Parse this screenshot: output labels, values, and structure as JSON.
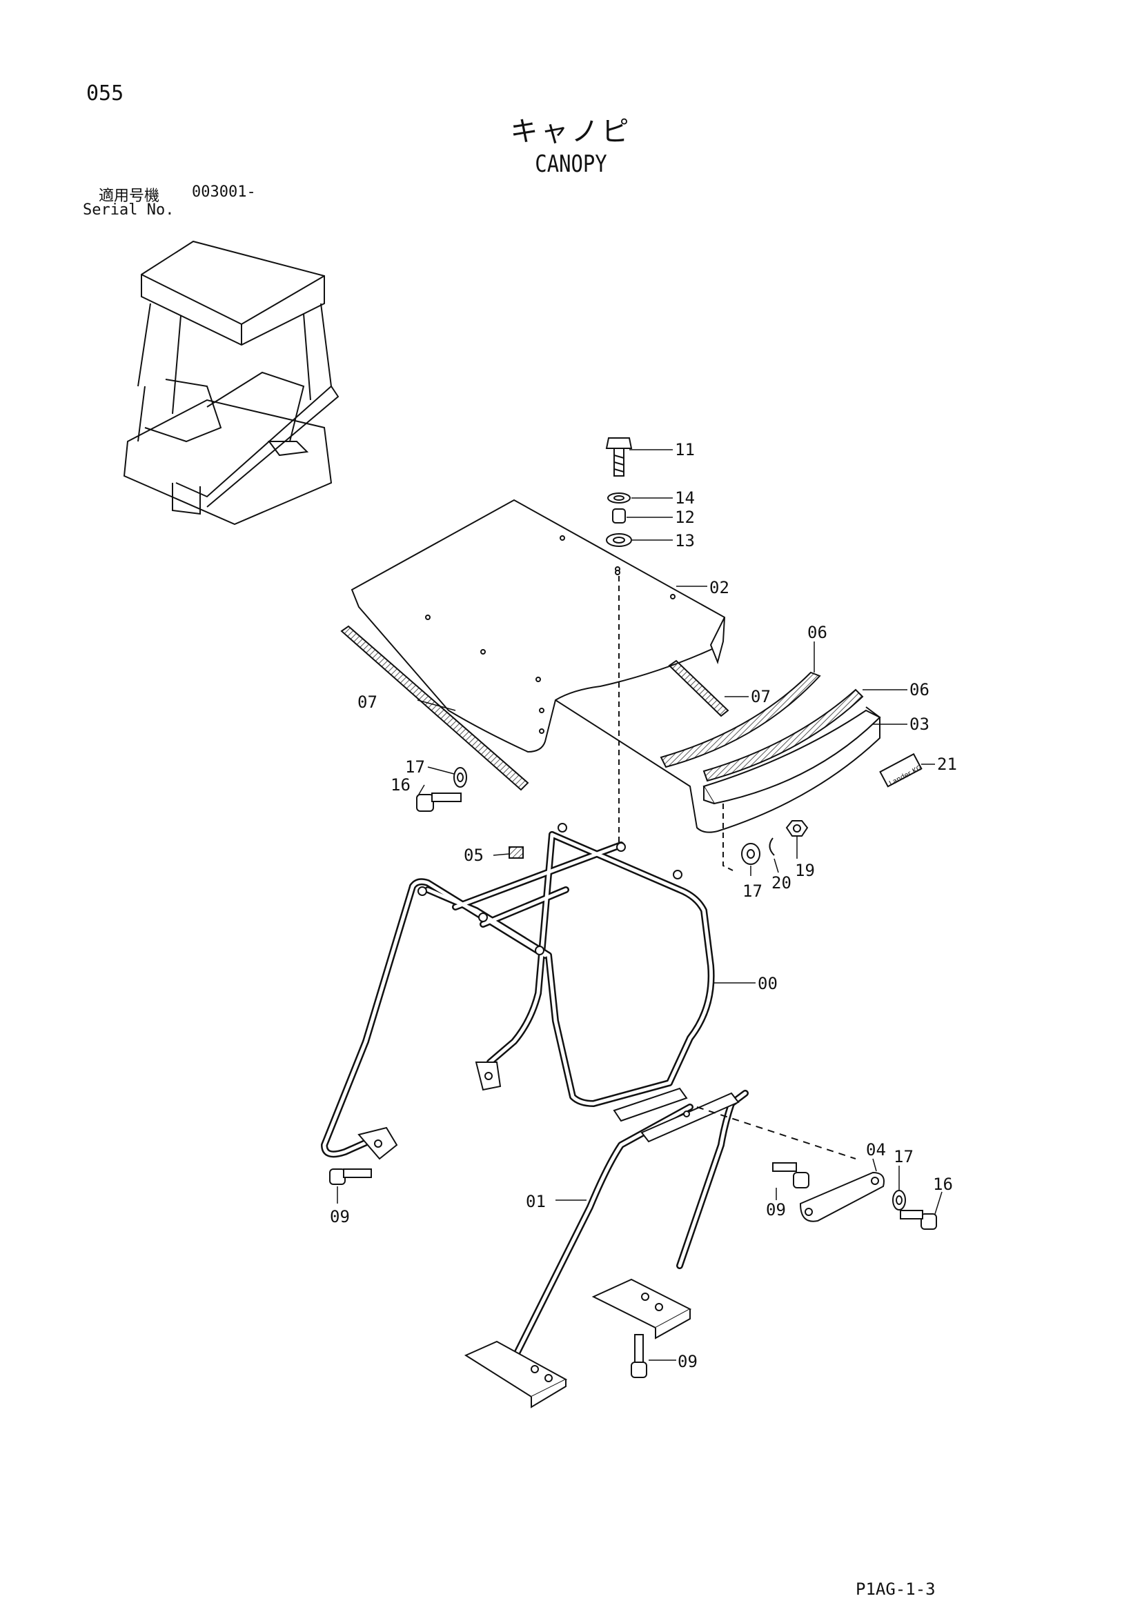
{
  "header": {
    "page_number": "055",
    "title_jp": "キャノピ",
    "title_en": "CANOPY",
    "serial_label_jp": "適用号機",
    "serial_number": "003001-",
    "serial_label_en": "Serial No."
  },
  "footer": {
    "ref_code": "P1AG-1-3"
  },
  "parts": [
    {
      "id": "p11",
      "label": "11"
    },
    {
      "id": "p14",
      "label": "14"
    },
    {
      "id": "p12",
      "label": "12"
    },
    {
      "id": "p13",
      "label": "13"
    },
    {
      "id": "p02",
      "label": "02"
    },
    {
      "id": "p06a",
      "label": "06"
    },
    {
      "id": "p06b",
      "label": "06"
    },
    {
      "id": "p07a",
      "label": "07"
    },
    {
      "id": "p07b",
      "label": "07"
    },
    {
      "id": "p03",
      "label": "03"
    },
    {
      "id": "p21",
      "label": "21"
    },
    {
      "id": "p17a",
      "label": "17"
    },
    {
      "id": "p16a",
      "label": "16"
    },
    {
      "id": "p05",
      "label": "05"
    },
    {
      "id": "p17b",
      "label": "17"
    },
    {
      "id": "p20",
      "label": "20"
    },
    {
      "id": "p19",
      "label": "19"
    },
    {
      "id": "p00",
      "label": "00"
    },
    {
      "id": "p04",
      "label": "04"
    },
    {
      "id": "p17c",
      "label": "17"
    },
    {
      "id": "p16b",
      "label": "16"
    },
    {
      "id": "p09a",
      "label": "09"
    },
    {
      "id": "p09b",
      "label": "09"
    },
    {
      "id": "p01",
      "label": "01"
    },
    {
      "id": "p09c",
      "label": "09"
    }
  ],
  "decal_text": "Lander KG",
  "colors": {
    "ink": "#111111",
    "paper": "#ffffff",
    "hatch": "#555555"
  }
}
